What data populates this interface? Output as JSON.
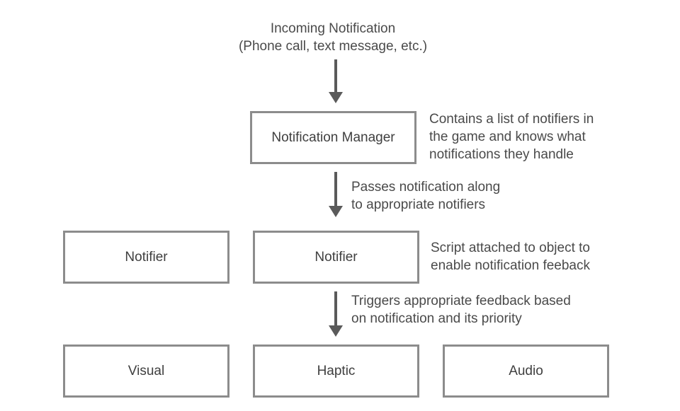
{
  "diagram": {
    "incoming": {
      "line1": "Incoming Notification",
      "line2": "(Phone call, text message, etc.)"
    },
    "manager": {
      "label": "Notification Manager",
      "note_lines": [
        "Contains a list of notifiers in",
        "the game and knows what",
        "notifications they handle"
      ]
    },
    "pass_note_lines": [
      "Passes notification along",
      "to appropriate notifiers"
    ],
    "notifiers": {
      "left_label": "Notifier",
      "center_label": "Notifier",
      "note_lines": [
        "Script attached to object to",
        "enable notification feeback"
      ]
    },
    "trigger_note_lines": [
      "Triggers appropriate feedback based",
      "on notification and its priority"
    ],
    "feedback": {
      "visual": "Visual",
      "haptic": "Haptic",
      "audio": "Audio"
    },
    "colors": {
      "box_border": "#8c8c8c",
      "arrow": "#5a5a5a",
      "text": "#4a4a4a"
    }
  }
}
